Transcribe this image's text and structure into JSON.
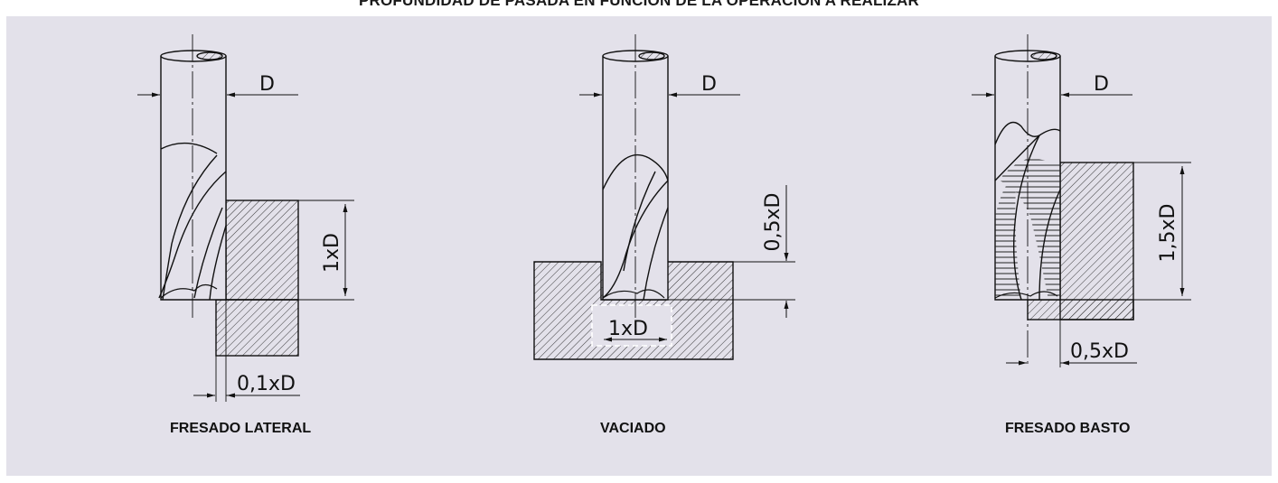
{
  "title": "PROFUNDIDAD DE PASADA EN FUNCIÓN DE LA OPERACIÓN A REALIZAR",
  "figures": [
    {
      "caption": "FRESADO LATERAL",
      "diameter_label": "D",
      "depth_label": "1xD",
      "width_label": "0,1xD"
    },
    {
      "caption": "VACIADO",
      "diameter_label": "D",
      "depth_label": "0,5xD",
      "width_label": "1xD"
    },
    {
      "caption": "FRESADO BASTO",
      "diameter_label": "D",
      "depth_label": "1,5xD",
      "width_label": "0,5xD"
    }
  ]
}
